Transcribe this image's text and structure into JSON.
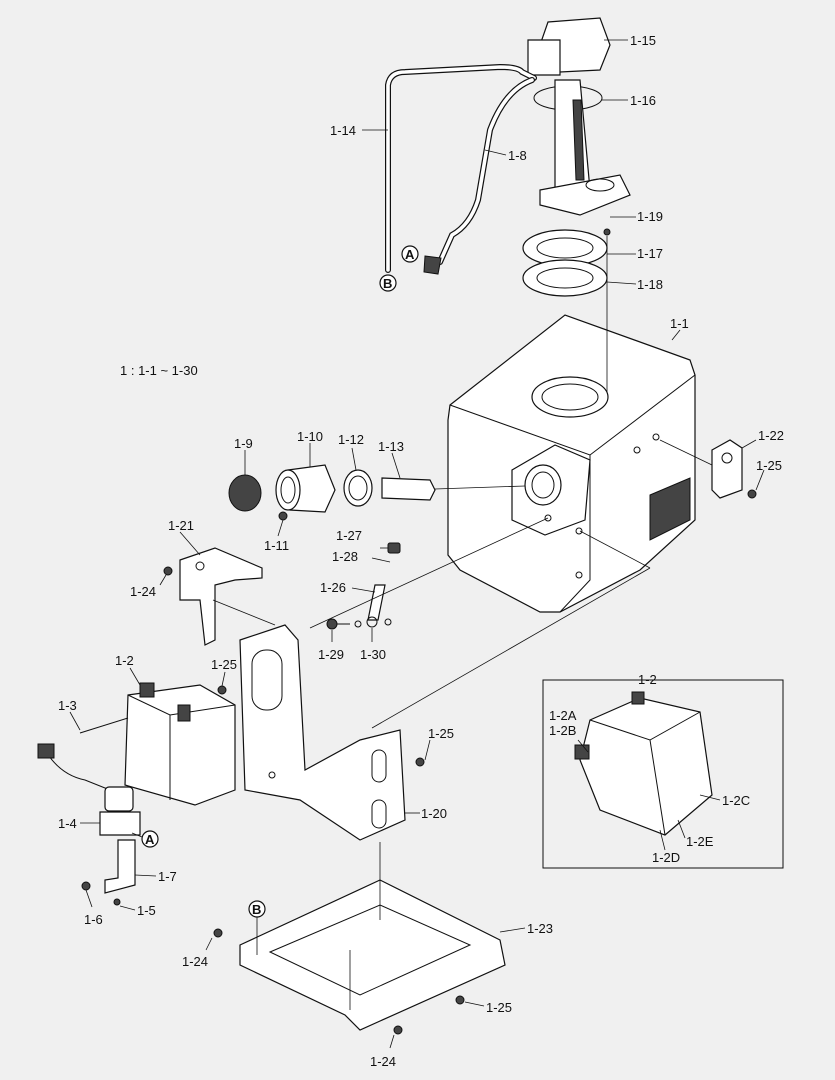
{
  "title": "1 : 1-1 ~ 1-30",
  "labels": {
    "p1_1": "1-1",
    "p1_2": "1-2",
    "p1_3": "1-3",
    "p1_4": "1-4",
    "p1_5": "1-5",
    "p1_6": "1-6",
    "p1_7": "1-7",
    "p1_8": "1-8",
    "p1_9": "1-9",
    "p1_10": "1-10",
    "p1_11": "1-11",
    "p1_12": "1-12",
    "p1_13": "1-13",
    "p1_14": "1-14",
    "p1_15": "1-15",
    "p1_16": "1-16",
    "p1_17": "1-17",
    "p1_18": "1-18",
    "p1_19": "1-19",
    "p1_20": "1-20",
    "p1_21": "1-21",
    "p1_22": "1-22",
    "p1_23": "1-23",
    "p1_24": "1-24",
    "p1_25": "1-25",
    "p1_26": "1-26",
    "p1_27": "1-27",
    "p1_28": "1-28",
    "p1_29": "1-29",
    "p1_30": "1-30",
    "p1_2A": "1-2A",
    "p1_2B": "1-2B",
    "p1_2C": "1-2C",
    "p1_2D": "1-2D",
    "p1_2E": "1-2E"
  },
  "refs": {
    "a": "A",
    "b": "B"
  },
  "inset": {
    "title": "1-2"
  }
}
